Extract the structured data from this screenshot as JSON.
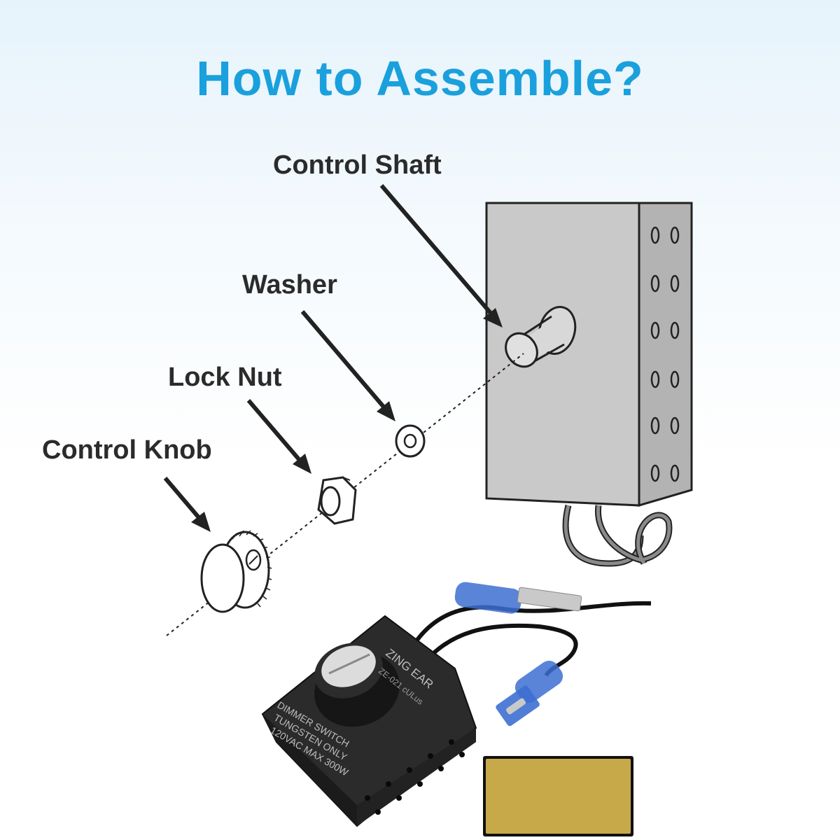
{
  "title": "How to Assemble?",
  "labels": {
    "control_shaft": "Control Shaft",
    "washer": "Washer",
    "lock_nut": "Lock Nut",
    "control_knob": "Control Knob"
  },
  "product": {
    "brand": "ZING EAR",
    "model": "ZE-021 cULus",
    "line1": "DIMMER SWITCH",
    "line2": "TUNGSTEN ONLY",
    "line3": "120VAC MAX 300W"
  },
  "colors": {
    "title": "#1aa0dc",
    "label": "#2b2b2b",
    "box_fill": "#c9c9c9",
    "box_side": "#b3b3b3",
    "terminal": "#3d6fd1",
    "pad": "#c8a94a"
  }
}
